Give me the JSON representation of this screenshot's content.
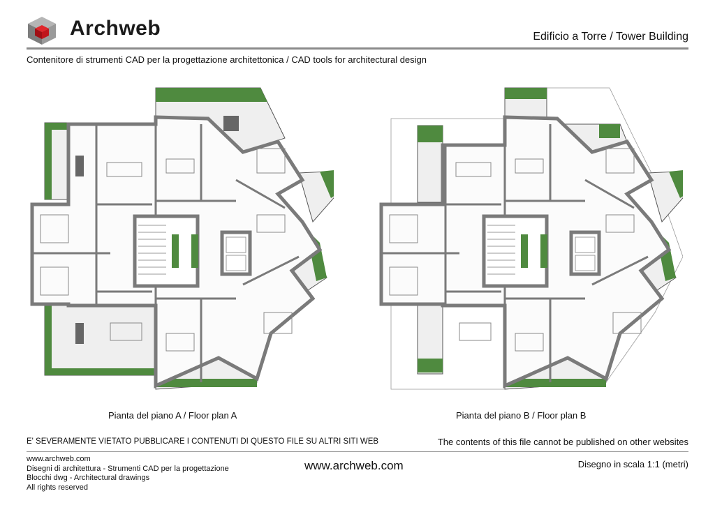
{
  "header": {
    "brand": "Archweb",
    "title": "Edificio a Torre  /  Tower Building",
    "subtitle": "Contenitore di strumenti CAD per la progettazione architettonica  /  CAD tools for architectural design"
  },
  "plans": [
    {
      "caption": "Pianta del piano A  /  Floor plan A"
    },
    {
      "caption": "Pianta del piano B  /  Floor plan B"
    }
  ],
  "notice": {
    "italian": "E' SEVERAMENTE VIETATO PUBBLICARE I CONTENUTI DI QUESTO FILE SU ALTRI SITI WEB",
    "english": "The contents of this file cannot be published on other websites"
  },
  "footer": {
    "lines": [
      "www.archweb.com",
      "Disegni di architettura - Strumenti CAD  per la progettazione",
      "Blocchi dwg - Architectural drawings",
      "All rights reserved"
    ],
    "center": "www.archweb.com",
    "scale": "Disegno in scala 1:1 (metri)"
  },
  "colors": {
    "wall": "#7a7a7a",
    "greenery": "#4f8a3f",
    "paving": "#e8e8e8",
    "cube_red": "#c0151c",
    "cube_grey": "#8c8c8c"
  },
  "icons": [
    "archweb-logo-icon"
  ]
}
